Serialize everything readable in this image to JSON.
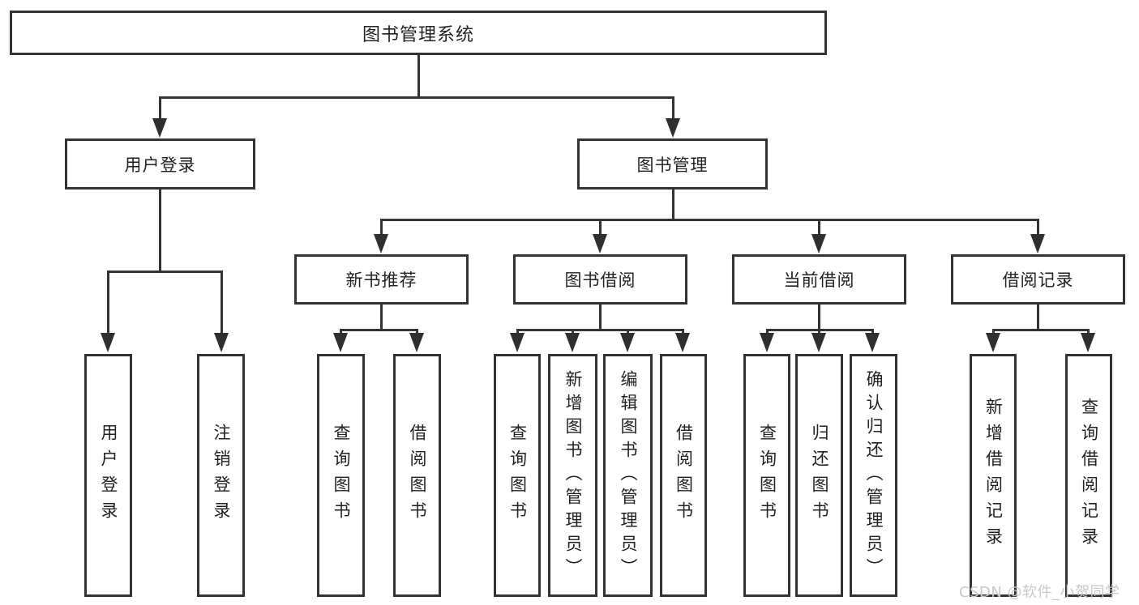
{
  "tree": {
    "root": "图书管理系统",
    "userLogin": {
      "label": "用户登录",
      "children": [
        "用户登录",
        "注销登录"
      ]
    },
    "bookManagement": {
      "label": "图书管理",
      "sections": [
        {
          "label": "新书推荐",
          "children": [
            "查询图书",
            "借阅图书"
          ]
        },
        {
          "label": "图书借阅",
          "children": [
            "查询图书",
            "新增图书（管理员）",
            "编辑图书（管理员）",
            "借阅图书"
          ]
        },
        {
          "label": "当前借阅",
          "children": [
            "查询图书",
            "归还图书",
            "确认归还（管理员）"
          ]
        },
        {
          "label": "借阅记录",
          "children": [
            "新增借阅记录",
            "查询借阅记录"
          ]
        }
      ]
    }
  },
  "watermark": "CSDN @软件_小贺同学"
}
